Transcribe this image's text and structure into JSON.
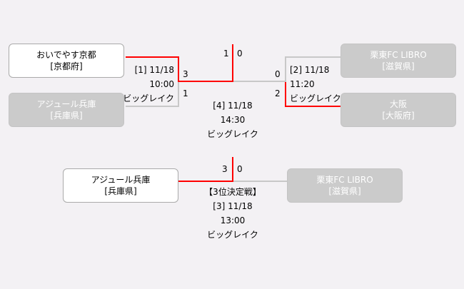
{
  "semifinal1": {
    "team_top": {
      "name": "おいでやす京都",
      "pref": "[京都府]",
      "winner": true
    },
    "team_bottom": {
      "name": "アジュール兵庫",
      "pref": "[兵庫県]",
      "winner": false
    },
    "score_top": "3",
    "score_bottom": "1",
    "match": "[1] 11/18",
    "time": "10:00",
    "venue": "ビッグレイク"
  },
  "semifinal2": {
    "team_top": {
      "name": "栗東FC LIBRO",
      "pref": "[滋賀県]",
      "winner": false
    },
    "team_bottom": {
      "name": "大阪",
      "pref": "[大阪府]",
      "winner": true
    },
    "score_top": "0",
    "score_bottom": "2",
    "match": "[2] 11/18",
    "time": "11:20",
    "venue": "ビッグレイク"
  },
  "final": {
    "score_left": "1",
    "score_right": "0",
    "match": "[4] 11/18",
    "time": "14:30",
    "venue": "ビッグレイク"
  },
  "third_place": {
    "title": "【3位決定戦】",
    "team_left": {
      "name": "アジュール兵庫",
      "pref": "[兵庫県]",
      "winner": true
    },
    "team_right": {
      "name": "栗東FC LIBRO",
      "pref": "[滋賀県]",
      "winner": false
    },
    "score_left": "3",
    "score_right": "0",
    "match": "[3] 11/18",
    "time": "13:00",
    "venue": "ビッグレイク"
  },
  "colors": {
    "winner_line": "#ff0000",
    "loser_line": "#c8c8c8",
    "loser_box": "#cbcbcb"
  }
}
